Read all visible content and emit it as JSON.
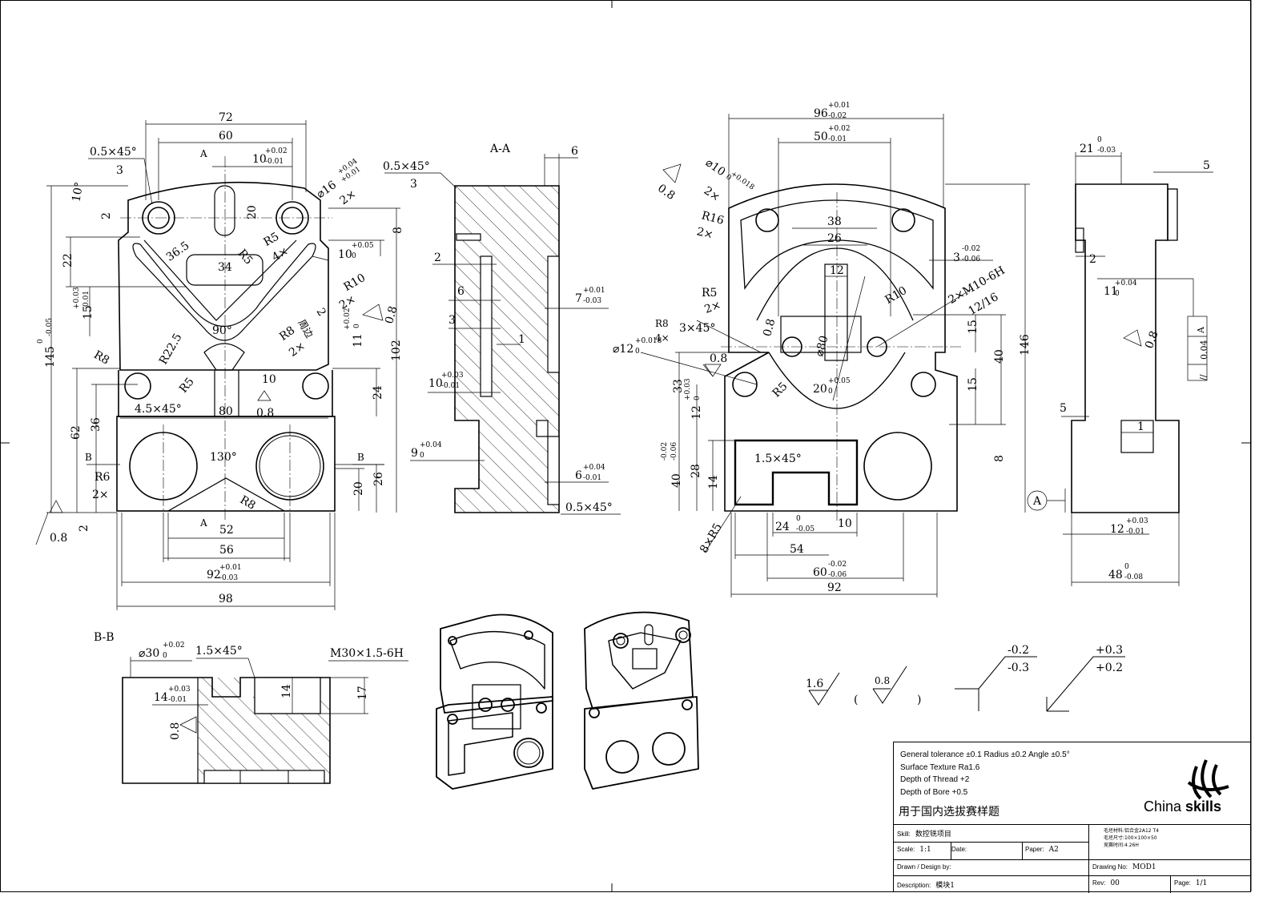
{
  "front_view": {
    "dims": {
      "w72": "72",
      "w60": "60",
      "tol_10": "10",
      "tol_10_up": "+0.02",
      "tol_10_dn": "-0.01",
      "chamfer": "0.5×45°",
      "chamfer_n": "3",
      "angle10": "10°",
      "d2": "2",
      "phi16": "⌀16",
      "phi16_up": "+0.04",
      "phi16_dn": "+0.01",
      "phi16_n": "2×",
      "d20": "20",
      "d8": "8",
      "r5_a": "R5",
      "r5_b": "R5",
      "r5_4x": "4×",
      "d10b": "10",
      "d10b_up": "+0.05",
      "d10b_dn": "0",
      "d36_5": "36.5",
      "d34": "34",
      "r10": "R10",
      "r10_n": "2×",
      "edge_label": "周边",
      "d2b": "2",
      "d22": "22",
      "d15": "15",
      "d15_up": "+0.03",
      "d15_dn": "-0.01",
      "d145": "145",
      "d145_up": "0",
      "d145_dn": "-0.05",
      "d11": "11",
      "d11_up": "+0.02",
      "d11_dn": "0",
      "ra08": "0.8",
      "d102": "102",
      "angle90": "90°",
      "r8": "R8",
      "r8_n": "2×",
      "r22_5": "R22.5",
      "r8b": "R8",
      "r5c": "R5",
      "d10c": "10",
      "d24": "24",
      "chamfer45": "4.5×45°",
      "d80": "80",
      "ra08b": "0.8",
      "d62": "62",
      "d36": "36",
      "secB": "B",
      "angle130": "130°",
      "secB2": "B",
      "r6": "R6",
      "r6_n": "2×",
      "d20b": "20",
      "d26": "26",
      "r8c": "R8",
      "secA": "A",
      "secA2": "A",
      "d52": "52",
      "d56": "56",
      "d92": "92",
      "d92_up": "+0.01",
      "d92_dn": "-0.03",
      "d98": "98",
      "ra08c": "0.8",
      "d2c": "2"
    }
  },
  "section_aa": {
    "title": "A-A",
    "d6": "6",
    "chamfer": "0.5×45°",
    "chamfer_n": "3",
    "d2": "2",
    "d6b": "6",
    "d7": "7",
    "d7_up": "+0.01",
    "d7_dn": "-0.03",
    "d3": "3",
    "d1": "1",
    "d10": "10",
    "d10_up": "+0.03",
    "d10_dn": "-0.01",
    "d9": "9",
    "d9_up": "+0.04",
    "d9_dn": "0",
    "d6c": "6",
    "d6c_up": "+0.04",
    "d6c_dn": "-0.01",
    "chamfer2": "0.5×45°"
  },
  "rear_view": {
    "d96": "96",
    "d96_up": "+0.01",
    "d96_dn": "-0.02",
    "d50": "50",
    "d50_up": "+0.02",
    "d50_dn": "-0.01",
    "phi10": "⌀10",
    "phi10_up": "+0.018",
    "phi10_dn": "0",
    "phi10_n": "2×",
    "ra08": "0.8",
    "r16": "R16",
    "r16_n": "2×",
    "d38": "38",
    "d26": "26",
    "d3": "3",
    "d3_up": "-0.02",
    "d3_dn": "-0.06",
    "d12": "12",
    "r10": "R10",
    "thread": "2×M10-6H",
    "thread_depth": "12/16",
    "r5": "R5",
    "r5_n": "2×",
    "r8": "R8",
    "r8_n": "4×",
    "chamfer": "3×45°",
    "ra08b": "0.8",
    "phi80": "⌀80",
    "d15": "15",
    "d40": "40",
    "d146": "146",
    "phi12": "⌀12",
    "phi12_up": "+0.018",
    "phi12_dn": "0",
    "ra08c": "0.8",
    "d33": "33",
    "d12b": "12",
    "d12b_up": "+0.03",
    "d12b_dn": "0",
    "r5b": "R5",
    "d20": "20",
    "d20_up": "+0.05",
    "d20_dn": "0",
    "d15b": "15",
    "d40b": "40",
    "d40b_up": "-0.02",
    "d40b_dn": "-0.06",
    "d28": "28",
    "d14": "14",
    "chamfer15": "1.5×45°",
    "d8": "8",
    "r5c": "8×R5",
    "d24": "24",
    "d24_up": "0",
    "d24_dn": "-0.05",
    "d10": "10",
    "d54": "54",
    "d60": "60",
    "d60_up": "-0.02",
    "d60_dn": "-0.06",
    "d92": "92",
    "datum": "A"
  },
  "side_view": {
    "d21": "21",
    "d21_up": "0",
    "d21_dn": "-0.03",
    "d5": "5",
    "d2": "2",
    "d11": "11",
    "d11_up": "+0.04",
    "d11_dn": "0",
    "ra08": "0.8",
    "tol_sym": "//",
    "tol_val": "0.04",
    "tol_ref": "A",
    "d5b": "5",
    "d1": "1",
    "d12": "12",
    "d12_up": "+0.03",
    "d12_dn": "-0.01",
    "d48": "48",
    "d48_up": "0",
    "d48_dn": "-0.08"
  },
  "section_bb": {
    "title": "B-B",
    "phi30": "⌀30",
    "phi30_up": "+0.02",
    "phi30_dn": "0",
    "chamfer": "1.5×45°",
    "thread": "M30×1.5-6H",
    "d14": "14",
    "d14_up": "+0.03",
    "d14_dn": "-0.01",
    "d14b": "14",
    "d17": "17",
    "ra08": "0.8"
  },
  "legend": {
    "ra16": "1.6",
    "ra08": "0.8",
    "paren_open": "(",
    "paren_close": ")",
    "tol_neg_up": "-0.2",
    "tol_neg_dn": "-0.3",
    "tol_pos_up": "+0.3",
    "tol_pos_dn": "+0.2"
  },
  "title_block": {
    "notes": [
      "General tolerance ±0.1  Radius ±0.2  Angle ±0.5°",
      "Surface Texture Ra1.6",
      "Depth of Thread +2",
      "Depth of Bore +0.5"
    ],
    "cn_title": "用于国内选拔赛样题",
    "logo_text_1": "China ",
    "logo_text_2": "skills",
    "skill_label": "Skill:",
    "skill_value": "数控铣项目",
    "material": [
      "毛坯材料:铝合金2A12 T4",
      "毛坯尺寸:100×100×50",
      "竞赛时间:4.26H"
    ],
    "scale_label": "Scale:",
    "scale_value": "1:1",
    "date_label": "Date:",
    "paper_label": "Paper:",
    "paper_value": "A2",
    "drawn_label": "Drawn / Design by:",
    "drawing_no_label": "Drawing No:",
    "drawing_no_value": "MOD1",
    "desc_label": "Description:",
    "desc_value": "模块1",
    "rev_label": "Rev:",
    "rev_value": "00",
    "page_label": "Page:",
    "page_value": "1/1"
  }
}
